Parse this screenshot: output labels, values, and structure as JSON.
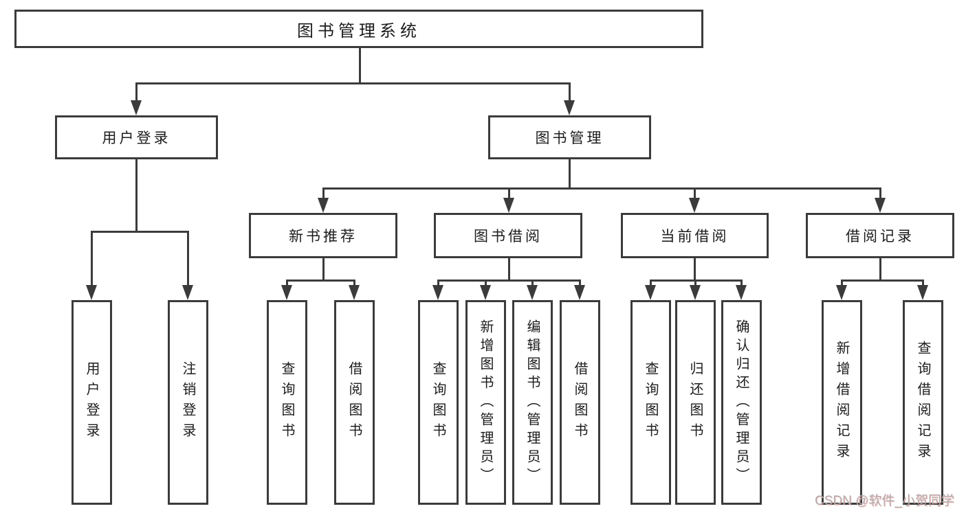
{
  "diagram": {
    "root": {
      "label": "图书管理系统"
    },
    "level2": [
      {
        "label": "用户登录"
      },
      {
        "label": "图书管理"
      }
    ],
    "level3": [
      {
        "label": "新书推荐"
      },
      {
        "label": "图书借阅"
      },
      {
        "label": "当前借阅"
      },
      {
        "label": "借阅记录"
      }
    ],
    "leaves": {
      "login": [
        {
          "label": "用户登录"
        },
        {
          "label": "注销登录"
        }
      ],
      "new_book": [
        {
          "label": "查询图书"
        },
        {
          "label": "借阅图书"
        }
      ],
      "book_borrow": [
        {
          "label": "查询图书"
        },
        {
          "label": "新增图书（管理员）"
        },
        {
          "label": "编辑图书（管理员）"
        },
        {
          "label": "借阅图书"
        }
      ],
      "current_borrow": [
        {
          "label": "查询图书"
        },
        {
          "label": "归还图书"
        },
        {
          "label": "确认归还（管理员）"
        }
      ],
      "records": [
        {
          "label": "新增借阅记录"
        },
        {
          "label": "查询借阅记录"
        }
      ]
    },
    "watermark": "CSDN @软件_小贺同学",
    "colors": {
      "line": "#3b3b3b",
      "text": "#1c1c1c",
      "background": "#ffffff",
      "watermark": "#b3aeae"
    }
  }
}
